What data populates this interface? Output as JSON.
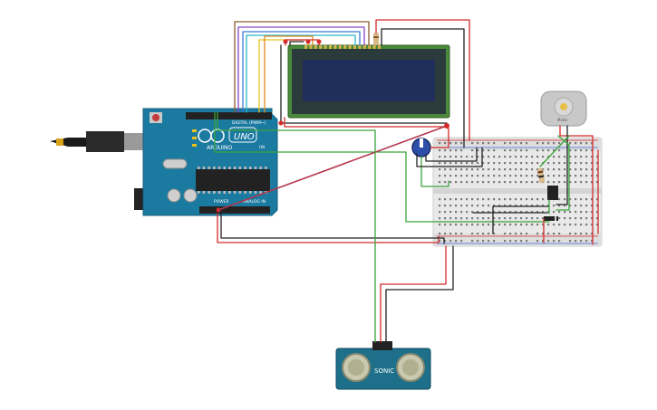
{
  "arduino": {
    "logo_text": "UNO",
    "brand_text": "ARDUINO",
    "digital_label": "DIGITAL (PWM~)",
    "power_label": "POWER",
    "analog_label": "ANALOG IN",
    "on_label": "ON",
    "colors": {
      "board": "#1b7aa0",
      "board_dark": "#135c7a"
    }
  },
  "lcd": {
    "colors": {
      "pcb": "#4b8a3a",
      "screen": "#1f2e5a",
      "frame": "#2b3a3a"
    }
  },
  "motor": {
    "label": "Motor",
    "colors": {
      "body": "#c8c8c8",
      "shaft": "#e6c04a"
    }
  },
  "ultrasonic": {
    "brand": "SONIC",
    "colors": {
      "pcb": "#1d6f8a",
      "sensor": "#c9c9b0"
    }
  },
  "wire_colors": {
    "red": "#d42a2a",
    "black": "#222222",
    "green": "#3aa53a",
    "orange": "#e08b1c",
    "yellow": "#e8c21a",
    "blue": "#3a7ad4",
    "purple": "#8a46c8",
    "brown": "#8b5a2b",
    "cyan": "#2ab6c8",
    "crimson": "#b5344a"
  }
}
